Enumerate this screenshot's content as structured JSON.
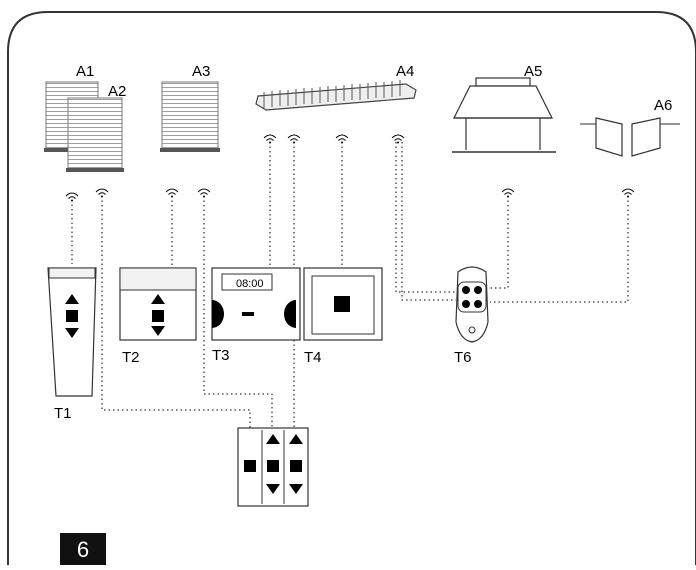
{
  "figure_number": "6",
  "actuators": {
    "a1": "A1",
    "a2": "A2",
    "a3": "A3",
    "a4": "A4",
    "a5": "A5",
    "a6": "A6"
  },
  "transmitters": {
    "t1": "T1",
    "t2": "T2",
    "t3": "T3",
    "t4": "T4",
    "t6": "T6"
  },
  "t3_display": "08:00",
  "icons": {
    "up": "triangle-up",
    "stop": "square",
    "down": "triangle-down",
    "signal": "wireless-signal",
    "button": "round-button"
  },
  "colors": {
    "line": "#000000",
    "frame": "#333333",
    "paper": "#ffffff",
    "slat_fill": "#e6e6e6"
  }
}
